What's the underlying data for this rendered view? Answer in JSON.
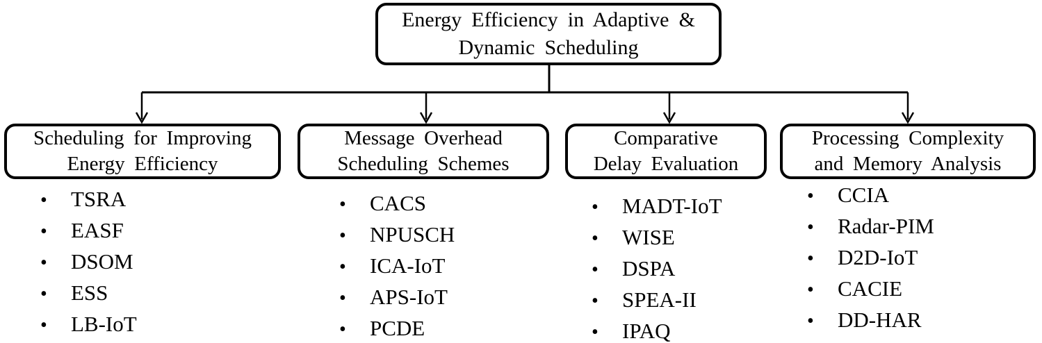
{
  "diagram": {
    "root": {
      "line1": "Energy Efficiency in Adaptive &",
      "line2": "Dynamic Scheduling"
    },
    "columns": [
      {
        "title_line1": "Scheduling for Improving",
        "title_line2": "Energy Efficiency",
        "items": [
          "TSRA",
          "EASF",
          "DSOM",
          "ESS",
          "LB-IoT"
        ]
      },
      {
        "title_line1": "Message Overhead",
        "title_line2": "Scheduling Schemes",
        "items": [
          "CACS",
          "NPUSCH",
          "ICA-IoT",
          "APS-IoT",
          "PCDE"
        ]
      },
      {
        "title_line1": "Comparative",
        "title_line2": "Delay Evaluation",
        "items": [
          "MADT-IoT",
          "WISE",
          "DSPA",
          "SPEA-II",
          "IPAQ"
        ]
      },
      {
        "title_line1": "Processing Complexity",
        "title_line2": "and Memory Analysis",
        "items": [
          "CCIA",
          "Radar-PIM",
          "D2D-IoT",
          "CACIE",
          "DD-HAR"
        ]
      }
    ],
    "colors": {
      "line": "#000000",
      "border": "#000000",
      "text": "#000000",
      "background": "#ffffff"
    }
  }
}
